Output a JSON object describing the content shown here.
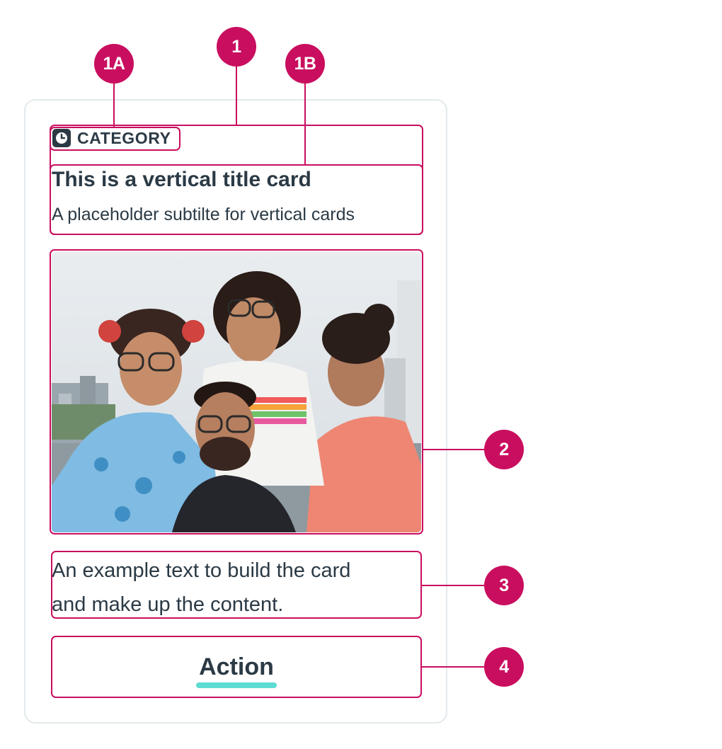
{
  "card": {
    "category_icon": "clock-icon",
    "category": "CATEGORY",
    "title": "This is a vertical title card",
    "subtitle": "A placeholder subtilte for vertical cards",
    "image_description": "",
    "body_line1": "An example text to build the card",
    "body_line2": "and make up the content.",
    "action_label": "Action"
  },
  "callouts": {
    "header": "1",
    "category": "1A",
    "title_block": "1B",
    "image": "2",
    "body": "3",
    "action": "4"
  },
  "colors": {
    "callout": "#c90e5f",
    "text": "#2b3a45",
    "card_border": "#e3e9ec",
    "action_underline": "#5ddbd3"
  }
}
